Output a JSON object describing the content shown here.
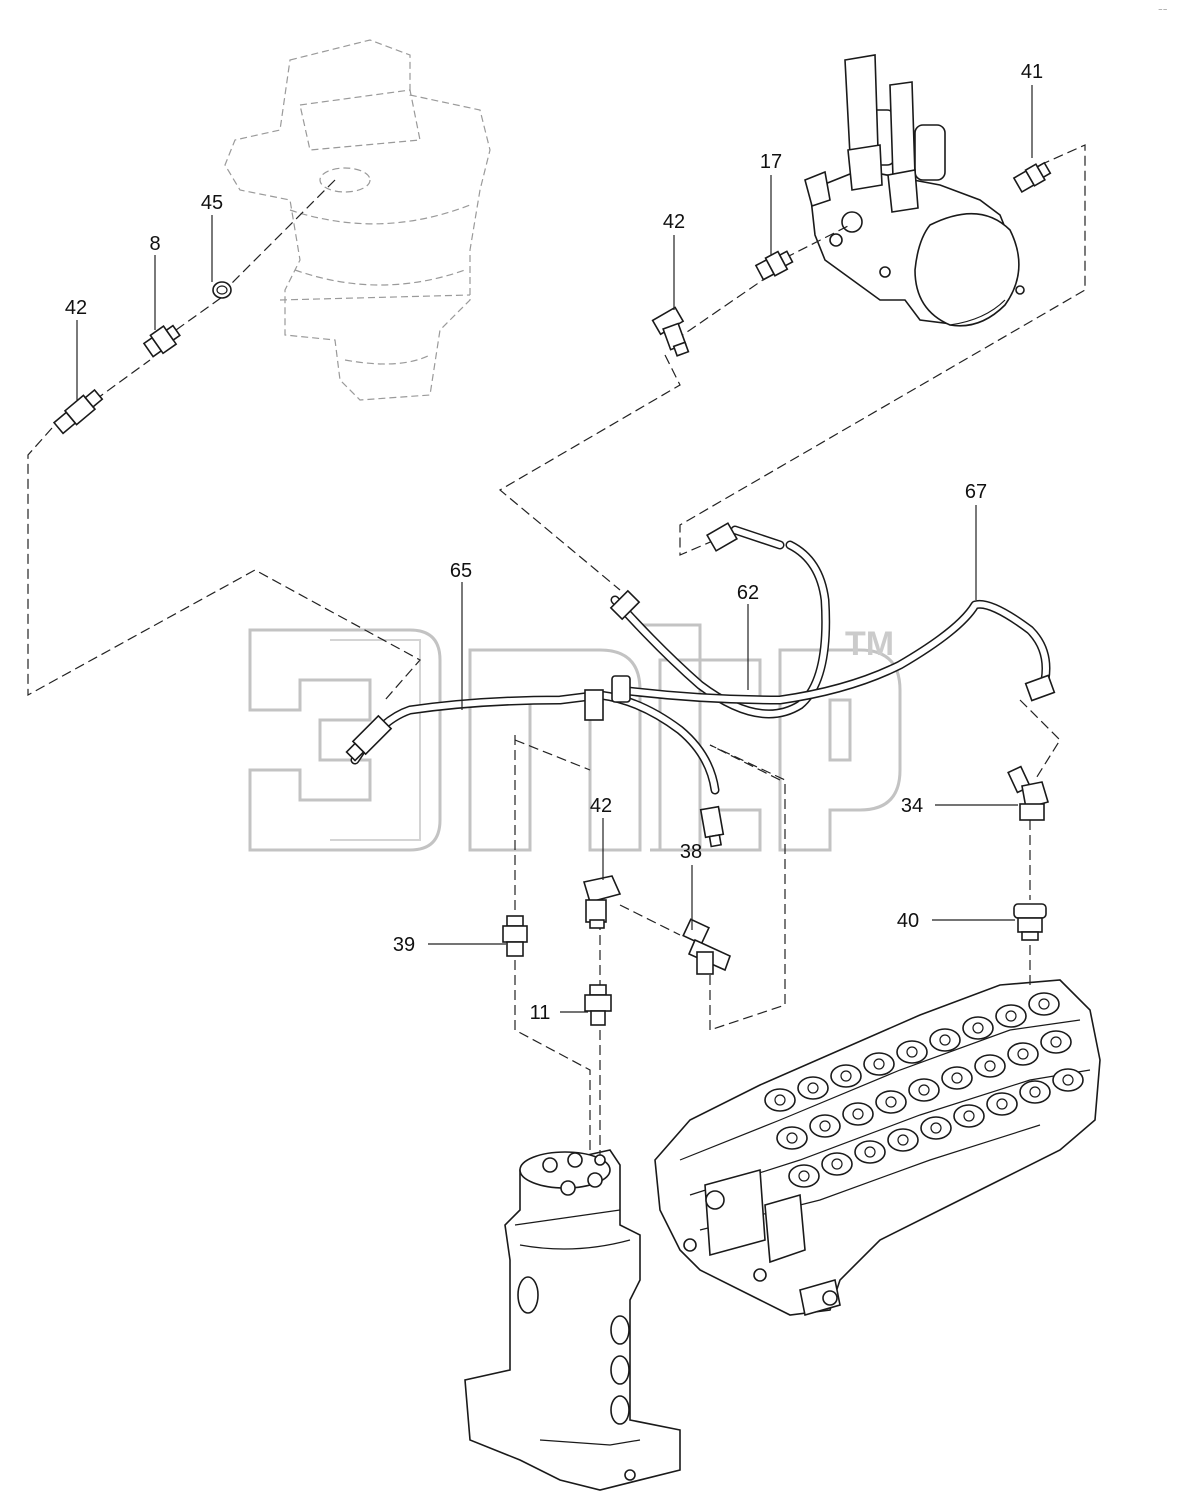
{
  "diagram": {
    "watermark": {
      "text": "элф",
      "trademark": "TM"
    },
    "callouts": [
      {
        "id": "c-41",
        "label": "41"
      },
      {
        "id": "c-17",
        "label": "17"
      },
      {
        "id": "c-42-top",
        "label": "42"
      },
      {
        "id": "c-45",
        "label": "45"
      },
      {
        "id": "c-8",
        "label": "8"
      },
      {
        "id": "c-42-left",
        "label": "42"
      },
      {
        "id": "c-67",
        "label": "67"
      },
      {
        "id": "c-65",
        "label": "65"
      },
      {
        "id": "c-62",
        "label": "62"
      },
      {
        "id": "c-34",
        "label": "34"
      },
      {
        "id": "c-42-mid",
        "label": "42"
      },
      {
        "id": "c-38",
        "label": "38"
      },
      {
        "id": "c-40",
        "label": "40"
      },
      {
        "id": "c-39",
        "label": "39"
      },
      {
        "id": "c-11",
        "label": "11"
      }
    ],
    "colors": {
      "line": "#1a1a1a",
      "ghost": "#9a9a9a",
      "watermark": "#cfcfcf"
    }
  }
}
